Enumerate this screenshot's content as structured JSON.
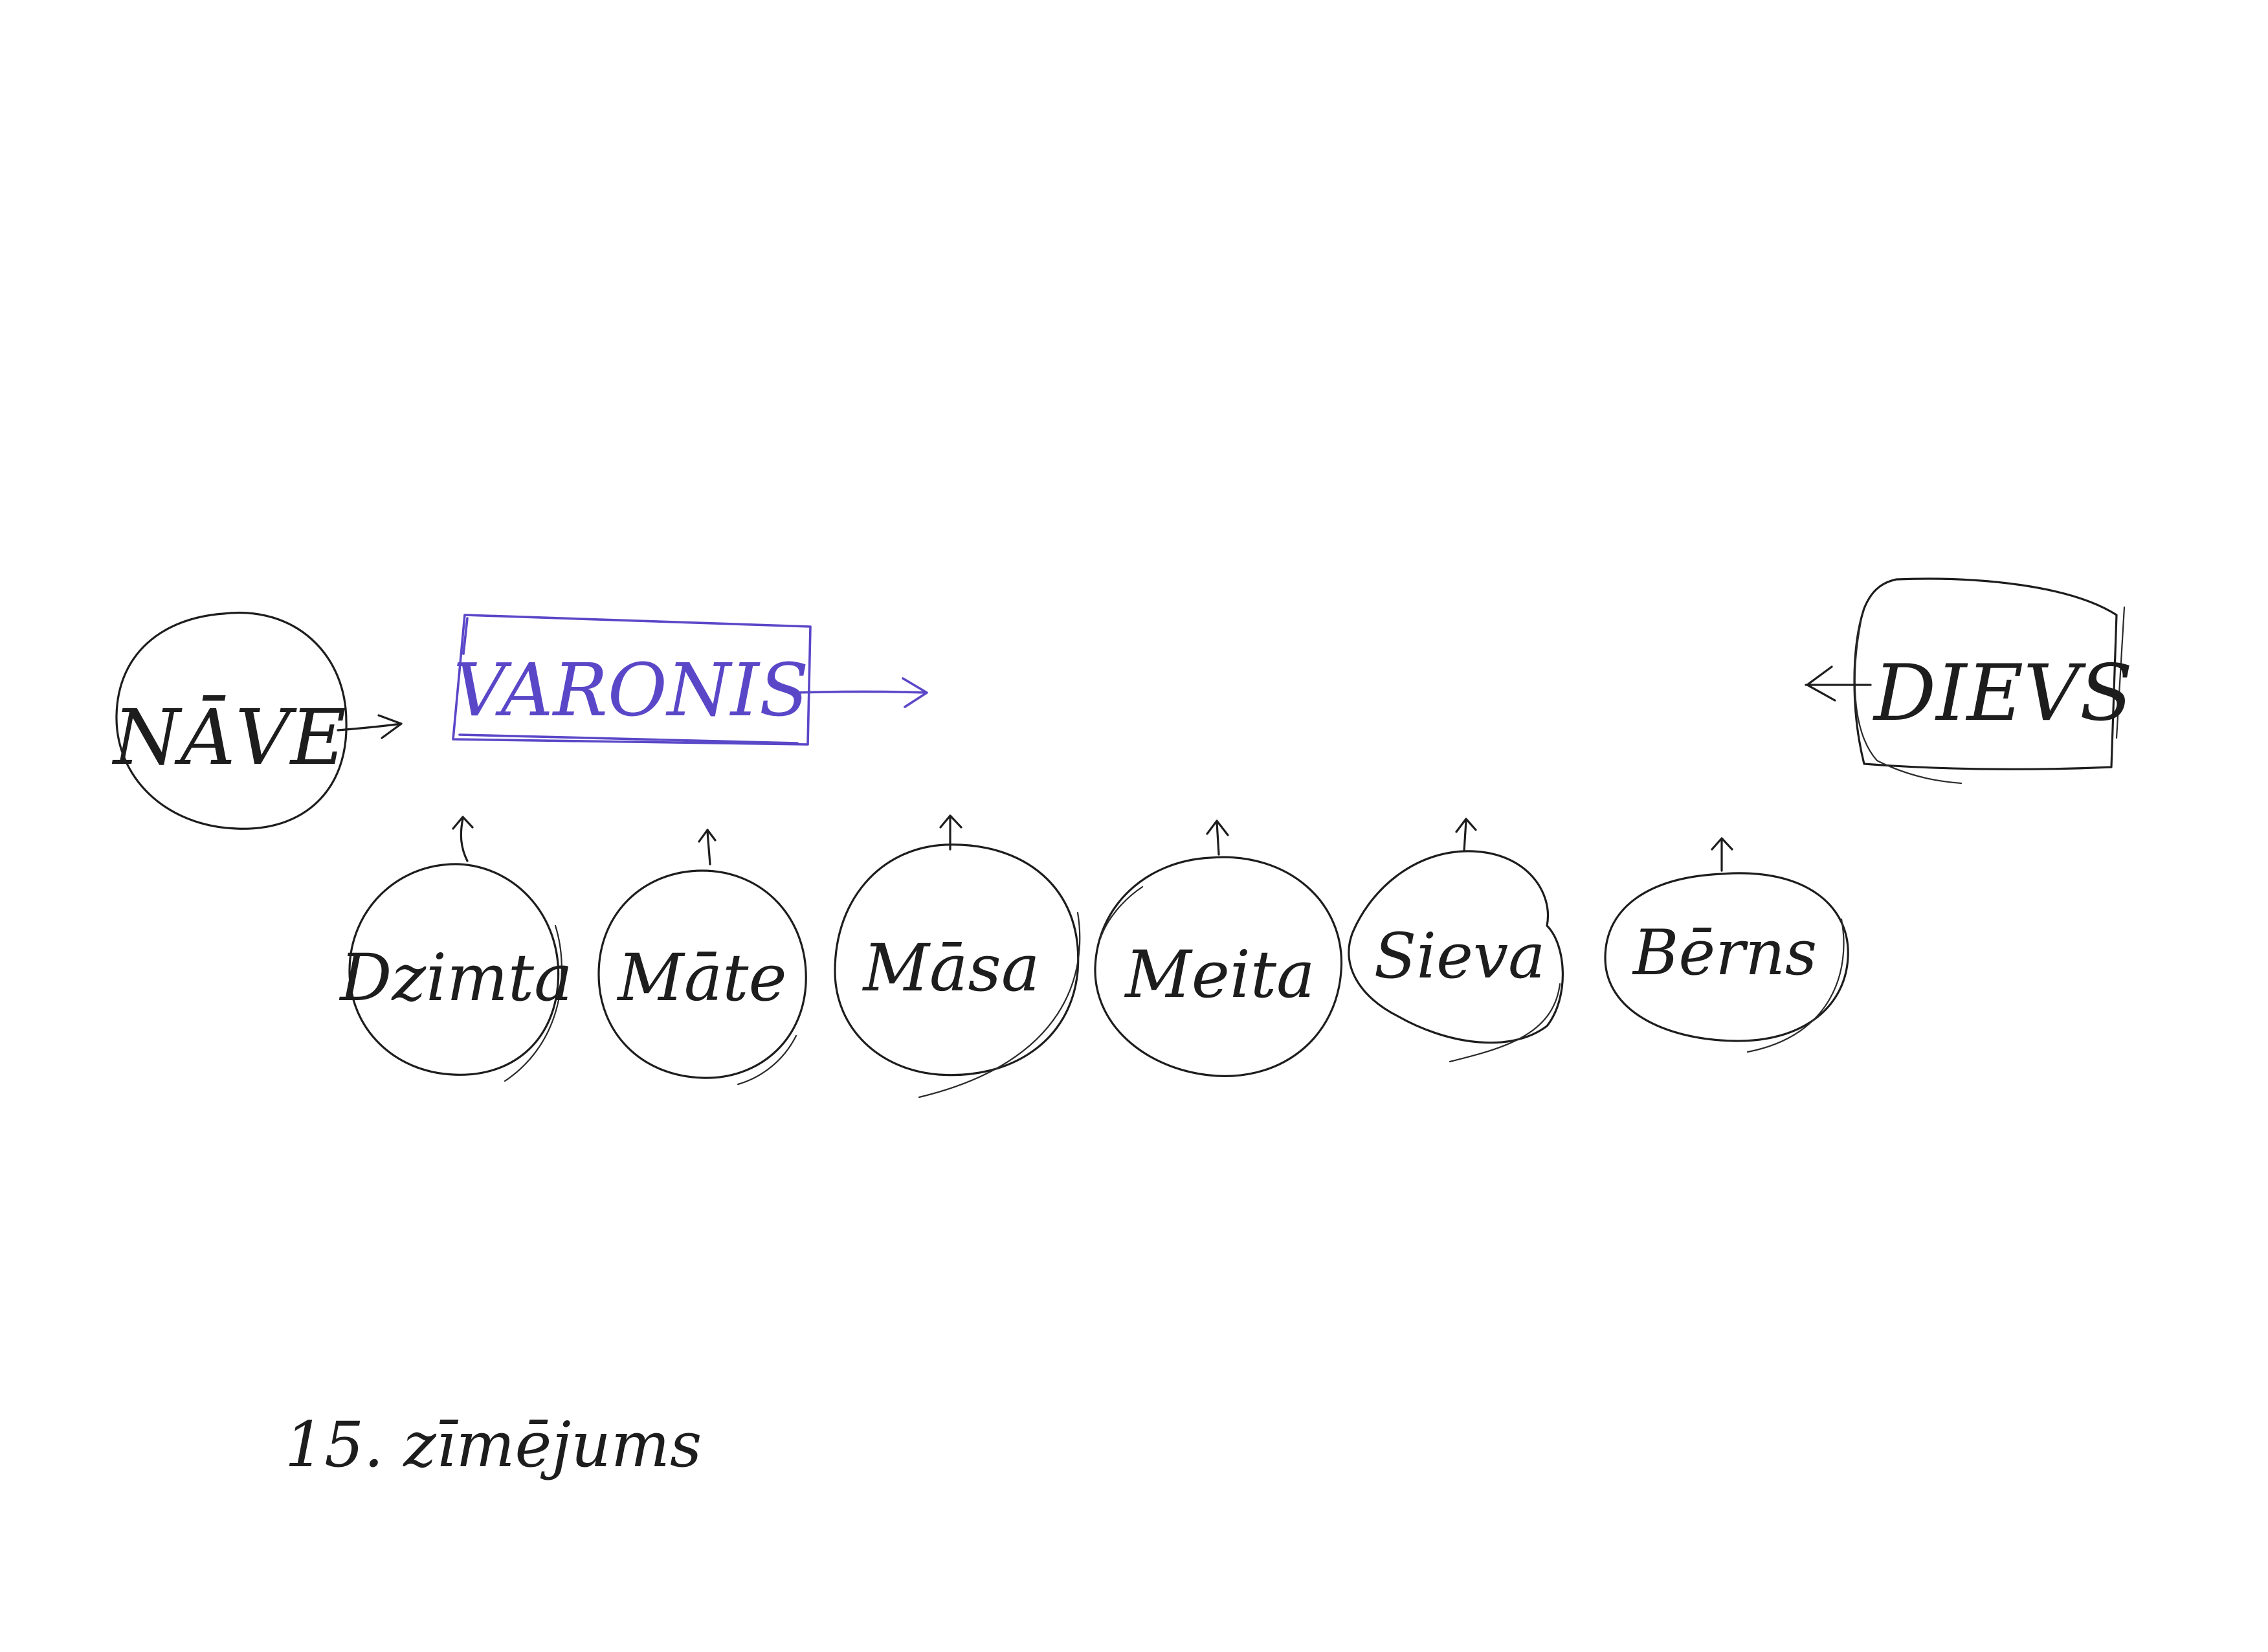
{
  "diagram": {
    "nodes": {
      "nave": {
        "label": "NĀVE"
      },
      "varonis": {
        "label": "VARONIS"
      },
      "dievs": {
        "label": "DIEVS"
      },
      "dzimta": [
        {
          "label": "Dzimta"
        },
        {
          "label": "Māte"
        },
        {
          "label": "Māsa"
        },
        {
          "label": "Meita"
        },
        {
          "label": "Sieva"
        },
        {
          "label": "Bērns"
        }
      ]
    },
    "caption": "15. zīmējums"
  },
  "colors": {
    "ink": "#1d1d1d",
    "accent": "#5a47c8"
  }
}
